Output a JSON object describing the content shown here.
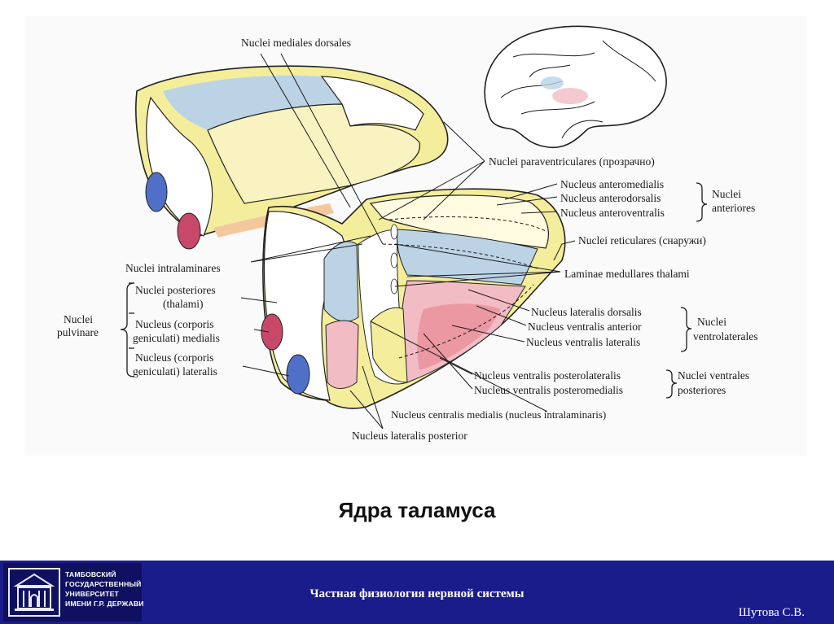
{
  "diagram": {
    "labels": {
      "mediales_dorsales": "Nuclei mediales dorsales",
      "paraventriculares": "Nuclei paraventriculares (прозрачно)",
      "anteromedialis": "Nucleus anteromedialis",
      "anterodorsalis": "Nucleus anterodorsalis",
      "anteroventralis": "Nucleus anteroventralis",
      "nuclei_anteriores_1": "Nuclei",
      "nuclei_anteriores_2": "anteriores",
      "reticulares": "Nuclei reticulares (снаружи)",
      "intralaminares": "Nuclei intralaminares",
      "laminae": "Laminae medullares thalami",
      "posteriores_1": "Nuclei posteriores",
      "posteriores_2": "(thalami)",
      "pulvinare_1": "Nuclei",
      "pulvinare_2": "pulvinare",
      "gen_medialis_1": "Nucleus (corporis",
      "gen_medialis_2": "geniculati) medialis",
      "gen_lateralis_1": "Nucleus (corporis",
      "gen_lateralis_2": "geniculati) lateralis",
      "lateralis_dorsalis": "Nucleus lateralis dorsalis",
      "ventralis_anterior": "Nucleus ventralis anterior",
      "ventralis_lateralis": "Nucleus ventralis lateralis",
      "ventrolaterales_1": "Nuclei",
      "ventrolaterales_2": "ventrolaterales",
      "posterolateralis": "Nucleus ventralis posterolateralis",
      "posteromedialis": "Nucleus ventralis posteromedialis",
      "ventrales_posteriores_1": "Nuclei ventrales",
      "ventrales_posteriores_2": "posteriores",
      "centralis_medialis": "Nucleus centralis medialis (nucleus intralaminaris)",
      "lateralis_posterior": "Nucleus lateralis posterior"
    }
  },
  "slide": {
    "title": "Ядра таламуса"
  },
  "footer": {
    "university_lines": [
      "ТАМБОВСКИЙ",
      "ГОСУДАРСТВЕННЫЙ",
      "УНИВЕРСИТЕТ",
      "ИМЕНИ Г.Р. ДЕРЖАВИНА"
    ],
    "course": "Частная физиология нервной системы",
    "author": "Шутова С.В."
  },
  "colors": {
    "footer_bg": "#1b1c8c",
    "yellow": "#f4ee9c",
    "light_blue": "#bcd3e6",
    "pink": "#f2bcc4",
    "blue_knob": "#4f6fc9",
    "red_knob": "#c8486a"
  }
}
